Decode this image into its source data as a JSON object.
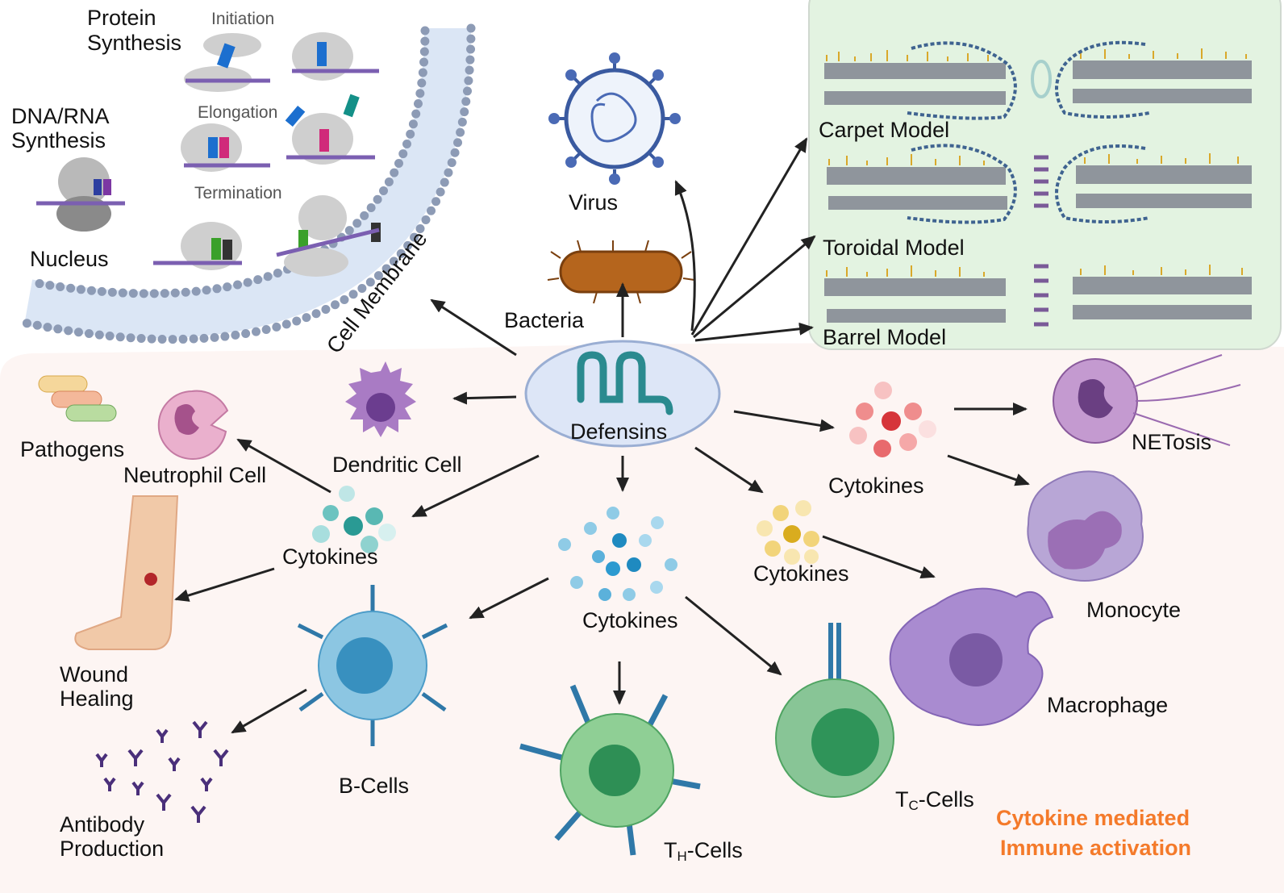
{
  "colors": {
    "accent": "#f47a2a",
    "panel": "#e3f3e1",
    "background_lower": "#fdf5f3",
    "defensin": "#2a8a8f"
  },
  "labels": {
    "protein_synthesis": [
      "Protein",
      "Synthesis"
    ],
    "initiation": "Initiation",
    "elongation": "Elongation",
    "termination": "Termination",
    "dna_rna_synthesis": [
      "DNA/RNA",
      "Synthesis"
    ],
    "nucleus": "Nucleus",
    "cell_membrane": "Cell Membrane",
    "virus": "Virus",
    "bacteria": "Bacteria",
    "carpet_model": "Carpet Model",
    "toroidal_model": "Toroidal Model",
    "barrel_model": "Barrel Model",
    "defensins": "Defensins",
    "dendritic_cell": "Dendritic Cell",
    "neutrophil_cell": "Neutrophil Cell",
    "pathogens": "Pathogens",
    "cytokines": "Cytokines",
    "netosis": "NETosis",
    "monocyte": "Monocyte",
    "macrophage": "Macrophage",
    "wound_healing": [
      "Wound",
      "Healing"
    ],
    "b_cells": "B-Cells",
    "antibody_production": [
      "Antibody",
      "Production"
    ],
    "th_cells": {
      "main": "T",
      "sub": "H",
      "rest": "-Cells"
    },
    "tc_cells": {
      "main": "T",
      "sub": "C",
      "rest": "-Cells"
    },
    "cytokine_note": [
      "Cytokine mediated",
      "Immune activation"
    ]
  }
}
